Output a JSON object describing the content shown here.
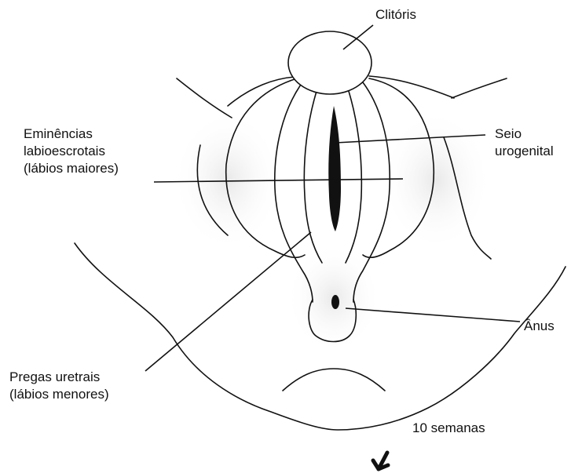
{
  "diagram": {
    "labels": {
      "clitoris": "Clitóris",
      "seio_line1": "Seio",
      "seio_line2": "urogenital",
      "eminencias_line1": "Eminências",
      "eminencias_line2": "labioescrotais",
      "eminencias_line3": "(lábios maiores)",
      "anus": "Ânus",
      "pregas_line1": "Pregas uretrais",
      "pregas_line2": "(lábios menores)",
      "stage": "10 semanas"
    },
    "colors": {
      "ink": "#111111",
      "background": "#ffffff",
      "shading": "#d9d9d9"
    }
  }
}
